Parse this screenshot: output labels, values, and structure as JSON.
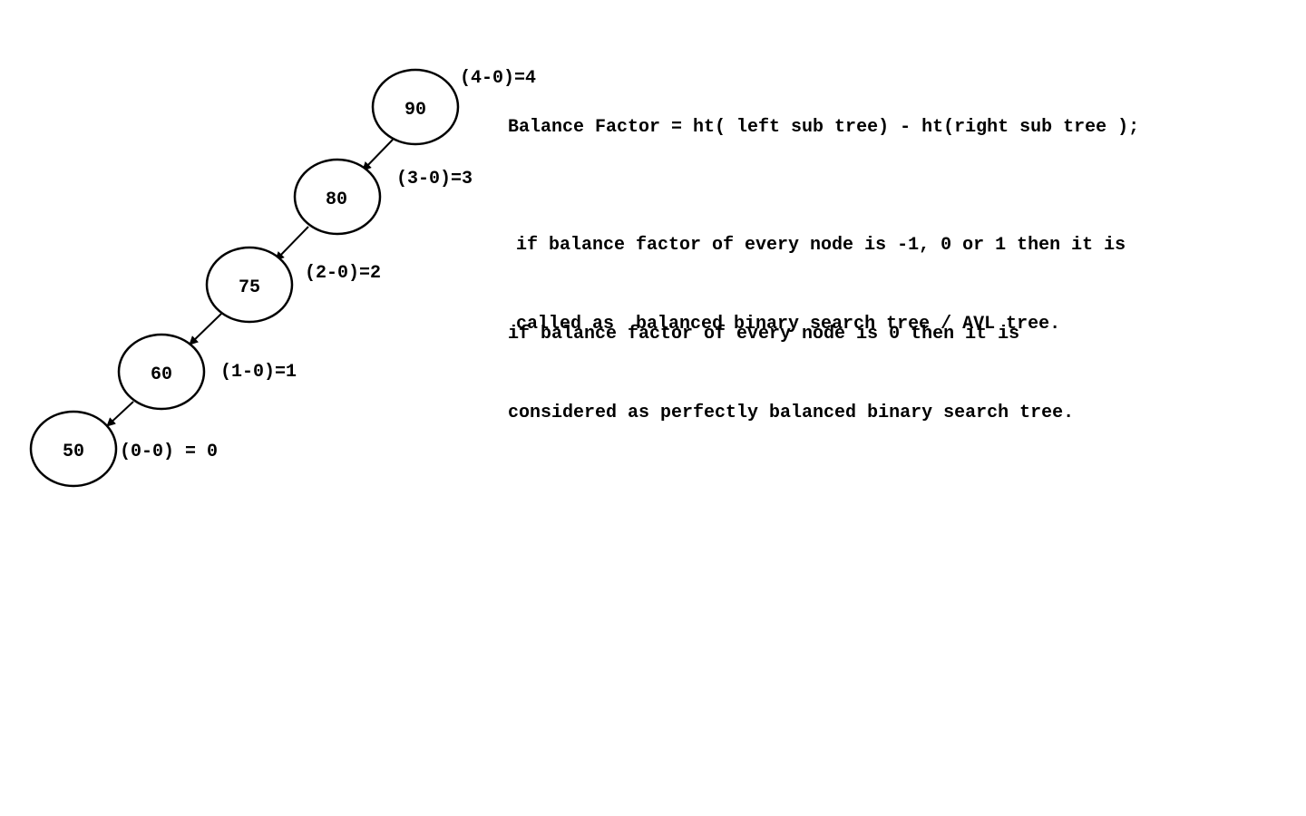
{
  "tree": {
    "nodes": [
      {
        "value": "90",
        "balance_label": "(4-0)=4"
      },
      {
        "value": "80",
        "balance_label": "(3-0)=3"
      },
      {
        "value": "75",
        "balance_label": "(2-0)=2"
      },
      {
        "value": "60",
        "balance_label": "(1-0)=1"
      },
      {
        "value": "50",
        "balance_label": "(0-0) = 0"
      }
    ]
  },
  "notes": {
    "formula": "Balance Factor = ht( left sub tree) - ht(right sub tree );",
    "avl_line1": "if balance factor of every node is -1, 0 or 1 then it is",
    "avl_line2": "called as  balanced binary search tree / AVL tree.",
    "perfect_line1": "if balance factor of every node is 0 then it is",
    "perfect_line2": "considered as perfectly balanced binary search tree."
  }
}
